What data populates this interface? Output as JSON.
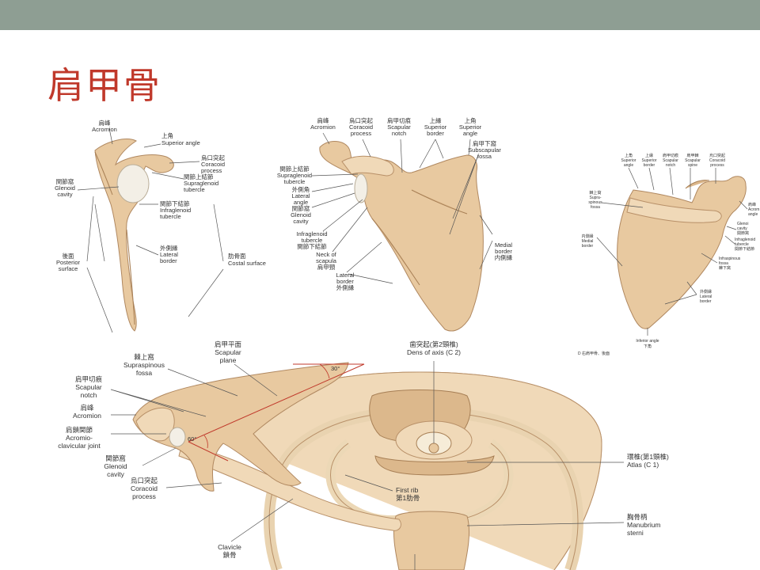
{
  "slide": {
    "title": "肩甲骨",
    "topbar_color": "#8e9e93",
    "title_color": "#c0392b"
  },
  "figure_lateral": {
    "acromion": [
      "肩峰",
      "Acromion"
    ],
    "superior_angle": [
      "上角",
      "Superior angle"
    ],
    "coracoid": [
      "烏口突起",
      "Coracoid",
      "process"
    ],
    "glenoid": [
      "関節窩",
      "Glenoid",
      "cavity"
    ],
    "supraglenoid": [
      "関節上結節",
      "Supraglenoid",
      "tubercle"
    ],
    "infraglenoid": [
      "関節下結節",
      "Infraglenoid",
      "tubercle"
    ],
    "lateral_border": [
      "外側縁",
      "Lateral",
      "border"
    ],
    "posterior_surface": [
      "後面",
      "Posterior",
      "surface"
    ],
    "costal_surface": [
      "肋骨面",
      "Costal surface"
    ]
  },
  "figure_anterior": {
    "acromion": [
      "肩峰",
      "Acromion"
    ],
    "coracoid": [
      "烏口突起",
      "Coracoid",
      "process"
    ],
    "scapular_notch": [
      "肩甲切痕",
      "Scapular",
      "notch"
    ],
    "superior_border": [
      "上縁",
      "Superior",
      "border"
    ],
    "superior_angle": [
      "上角",
      "Superior",
      "angle"
    ],
    "subscapular_fossa": [
      "肩甲下窩",
      "Subscapular",
      "fossa"
    ],
    "supraglenoid": [
      "関節上結節",
      "Supraglenoid",
      "tubercle"
    ],
    "lateral_angle": [
      "外側角",
      "Lateral",
      "angle"
    ],
    "glenoid": [
      "関節窩",
      "Glenoid",
      "cavity"
    ],
    "infraglenoid": [
      "Infraglenoid",
      "tubercle",
      "関節下結節"
    ],
    "neck": [
      "Neck of",
      "scapula",
      "肩甲頸"
    ],
    "lateral_border": [
      "Lateral",
      "border",
      "外側縁"
    ],
    "medial_border": [
      "Medial",
      "border",
      "内側縁"
    ]
  },
  "figure_posterior": {
    "labels_top": [
      [
        "上角",
        "Superior",
        "angle"
      ],
      [
        "上縁",
        "Superior",
        "border"
      ],
      [
        "肩甲切痕",
        "Scapular",
        "notch"
      ],
      [
        "肩甲棘",
        "Scapular",
        "spine"
      ],
      [
        "烏口突起",
        "Coracoid",
        "process"
      ]
    ],
    "supraspinous": [
      "棘上窩",
      "Supra-",
      "spinous",
      "fossa"
    ],
    "medial_border": [
      "内側縁",
      "Medial",
      "border"
    ],
    "acromion": [
      "肩峰",
      "Acrom",
      "angle"
    ],
    "glenoid": [
      "Glenoi",
      "cavity",
      "関節窩"
    ],
    "infraglenoid": [
      "Infraglenoid",
      "tubercle",
      "関節下結節"
    ],
    "infraspinous": [
      "Infraspinous",
      "fossa",
      "棘下窩"
    ],
    "lateral_border": [
      "外側縁",
      "Lateral",
      "border"
    ],
    "inferior_angle": [
      "Inferior angle",
      "下角"
    ],
    "caption": "D  右肩甲骨、後面"
  },
  "figure_superior": {
    "dens": [
      "歯突起(第2頸椎)",
      "Dens of axis (C 2)"
    ],
    "scapular_plane": [
      "肩甲平面",
      "Scapular",
      "plane"
    ],
    "supraspinous": [
      "棘上窩",
      "Supraspinous",
      "fossa"
    ],
    "angle_30": "30°",
    "angle_60": "60°",
    "scapular_notch": [
      "肩甲切痕",
      "Scapular",
      "notch"
    ],
    "acromion": [
      "肩峰",
      "Acromion"
    ],
    "ac_joint": [
      "肩鎖関節",
      "Acromio-",
      "clavicular joint"
    ],
    "glenoid": [
      "関節窩",
      "Glenoid",
      "cavity"
    ],
    "coracoid": [
      "烏口突起",
      "Coracoid",
      "process"
    ],
    "atlas": [
      "環椎(第1頸椎)",
      "Atlas (C 1)"
    ],
    "first_rib": [
      "First rib",
      "第1肋骨"
    ],
    "manubrium": [
      "胸骨柄",
      "Manubrium",
      "sterni"
    ],
    "clavicle": [
      "Clavicle",
      "鎖骨"
    ]
  }
}
